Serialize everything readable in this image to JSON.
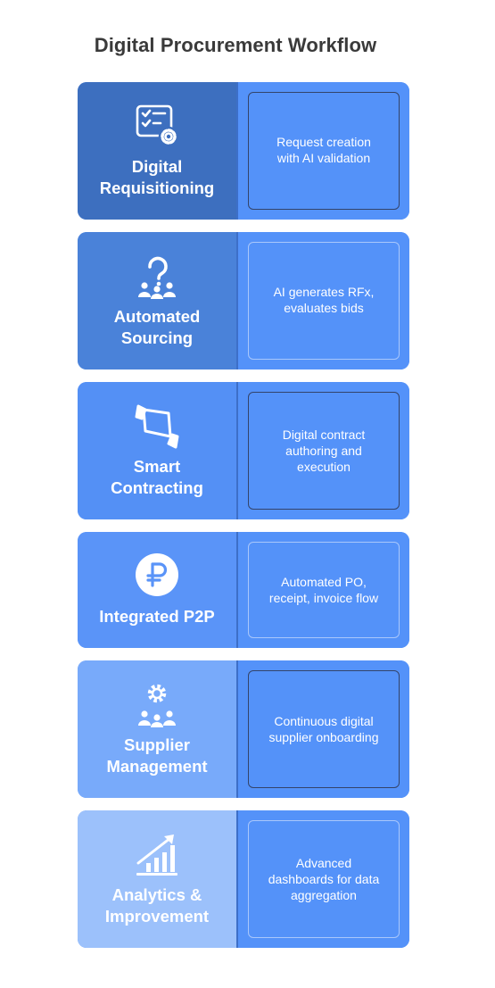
{
  "title": "Digital Procurement Workflow",
  "steps": [
    {
      "label_lines": [
        "Digital",
        "Requisitioning"
      ],
      "description": [
        "Request creation",
        "with AI validation"
      ],
      "icon": "checklist-gear-icon",
      "color": "#3d6fbf"
    },
    {
      "label_lines": [
        "Automated",
        "Sourcing"
      ],
      "description": [
        "AI generates RFx,",
        "evaluates bids"
      ],
      "icon": "question-group-icon",
      "color": "#4a82d9"
    },
    {
      "label_lines": [
        "Smart",
        "Contracting"
      ],
      "description": [
        "Digital contract",
        "authoring and",
        "execution"
      ],
      "icon": "handshake-document-icon",
      "color": "#5490f5"
    },
    {
      "label_lines": [
        "Integrated P2P"
      ],
      "description": [
        "Automated PO,",
        "receipt, invoice flow"
      ],
      "icon": "ruble-coin-icon",
      "color": "#5a94f8"
    },
    {
      "label_lines": [
        "Supplier",
        "Management"
      ],
      "description": [
        "Continuous digital",
        "supplier onboarding"
      ],
      "icon": "gear-group-icon",
      "color": "#78aafa"
    },
    {
      "label_lines": [
        "Analytics &",
        "Improvement"
      ],
      "description": [
        "Advanced",
        "dashboards for data",
        "aggregation"
      ],
      "icon": "growth-chart-icon",
      "color": "#9cc1fb"
    }
  ]
}
